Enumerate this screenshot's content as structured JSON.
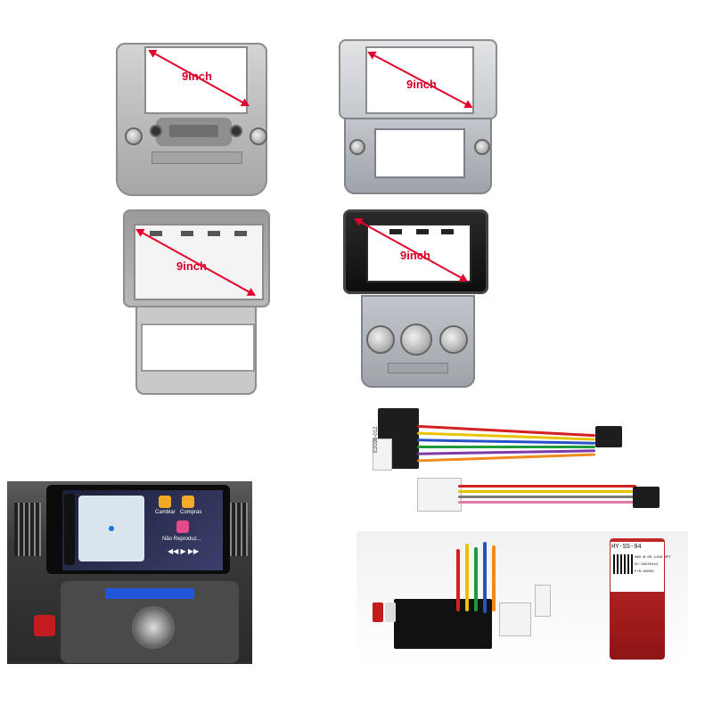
{
  "frames": {
    "top_left_label": "9inch",
    "top_right_label": "9inch",
    "mid_left_label": "9inch",
    "mid_right_label": "9inch"
  },
  "screen": {
    "app_left": "Cambiar",
    "app_right": "Compras",
    "media_text": "Não Reproduz..."
  },
  "harness": {
    "connector_label": "E2030-012"
  },
  "decoder": {
    "sticker_line1": "HY-SS-04",
    "sticker_line2": "SWV:B.00.1108 VPT",
    "sticker_line3": "DC:20220413",
    "sticker_line4": "P/N:X0090"
  },
  "colors": {
    "dimension_arrow": "#e3002b",
    "silver": "#bdbdbd",
    "dark_frame": "#111111",
    "decoder_box": "#b31c1c"
  }
}
